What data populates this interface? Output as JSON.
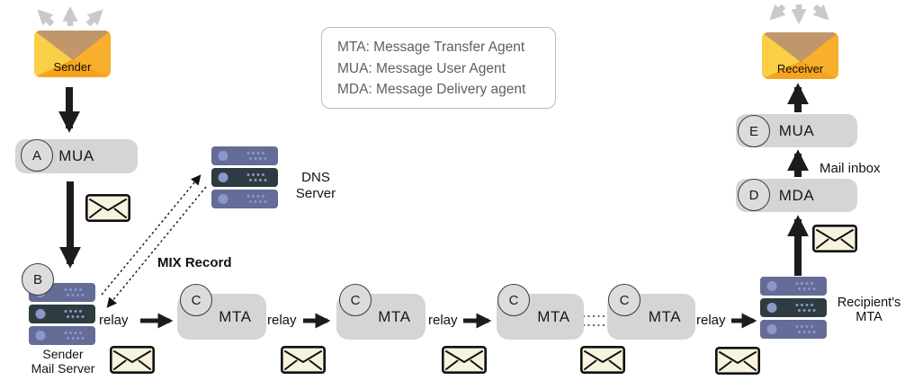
{
  "legend": {
    "lines": [
      "MTA: Message Transfer Agent",
      "MUA: Message User Agent",
      "MDA: Message Delivery agent"
    ]
  },
  "sender": {
    "label": "Sender"
  },
  "receiver": {
    "label": "Receiver"
  },
  "relay_label": "relay",
  "mix_record_label": "MIX Record",
  "mail_inbox_label": "Mail inbox",
  "dns_server": {
    "line1": "DNS",
    "line2": "Server"
  },
  "sender_mail_server": {
    "letter": "B",
    "line1": "Sender",
    "line2": "Mail Server"
  },
  "recipients_mta": {
    "line1": "Recipient's",
    "line2": "MTA"
  },
  "agents": {
    "mua_sender": {
      "letter": "A",
      "label": "MUA"
    },
    "mda": {
      "letter": "D",
      "label": "MDA"
    },
    "mua_receiver": {
      "letter": "E",
      "label": "MUA"
    }
  },
  "mta_chain": [
    {
      "letter": "C",
      "label": "MTA"
    },
    {
      "letter": "C",
      "label": "MTA"
    },
    {
      "letter": "C",
      "label": "MTA"
    },
    {
      "letter": "C",
      "label": "MTA"
    }
  ],
  "colors": {
    "box_gray": "#d5d5d5",
    "server_light": "#646c97",
    "server_dark": "#2e3b41",
    "server_accent": "#8d97c7",
    "envelope_cream": "#f8f3de",
    "mail_orange": "#F6A41F",
    "mail_yellow": "#FBCE47",
    "mail_right": "#F8AF2B",
    "mail_flap": "#C0976B",
    "arrow_black": "#1c1c1c",
    "arrow_gray": "#c9c9c9"
  }
}
